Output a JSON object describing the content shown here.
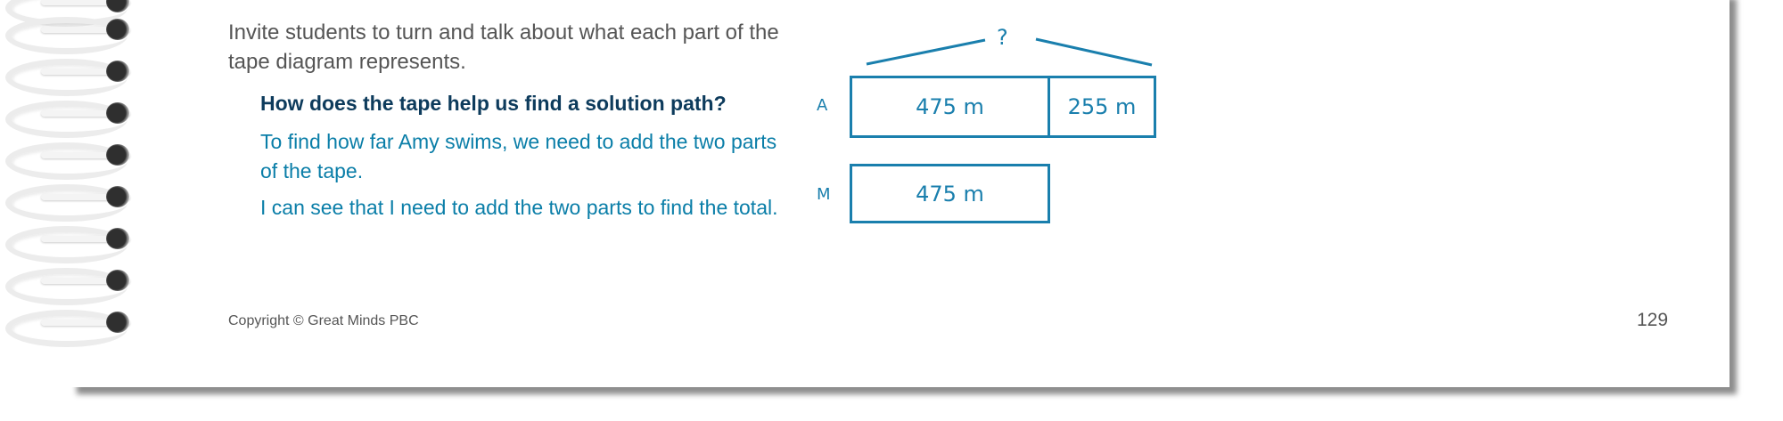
{
  "page": {
    "intro": "Invite students to turn and talk about what each part of the tape diagram represents.",
    "question": "How does the tape help us find a solution path?",
    "answers": [
      "To find how far Amy swims, we need to add the two parts of the tape.",
      "I can see that I need to add the two parts to find the total."
    ],
    "copyright": "Copyright © Great Minds PBC",
    "page_number": "129"
  },
  "diagram": {
    "unknown_label": "?",
    "rows": [
      {
        "label": "A",
        "parts": [
          "475 m",
          "255 m"
        ]
      },
      {
        "label": "M",
        "parts": [
          "475 m"
        ]
      }
    ],
    "color": "#1a7fad"
  },
  "colors": {
    "question": "#0d3b5c",
    "answer": "#0a7ea8",
    "body": "#555555"
  }
}
